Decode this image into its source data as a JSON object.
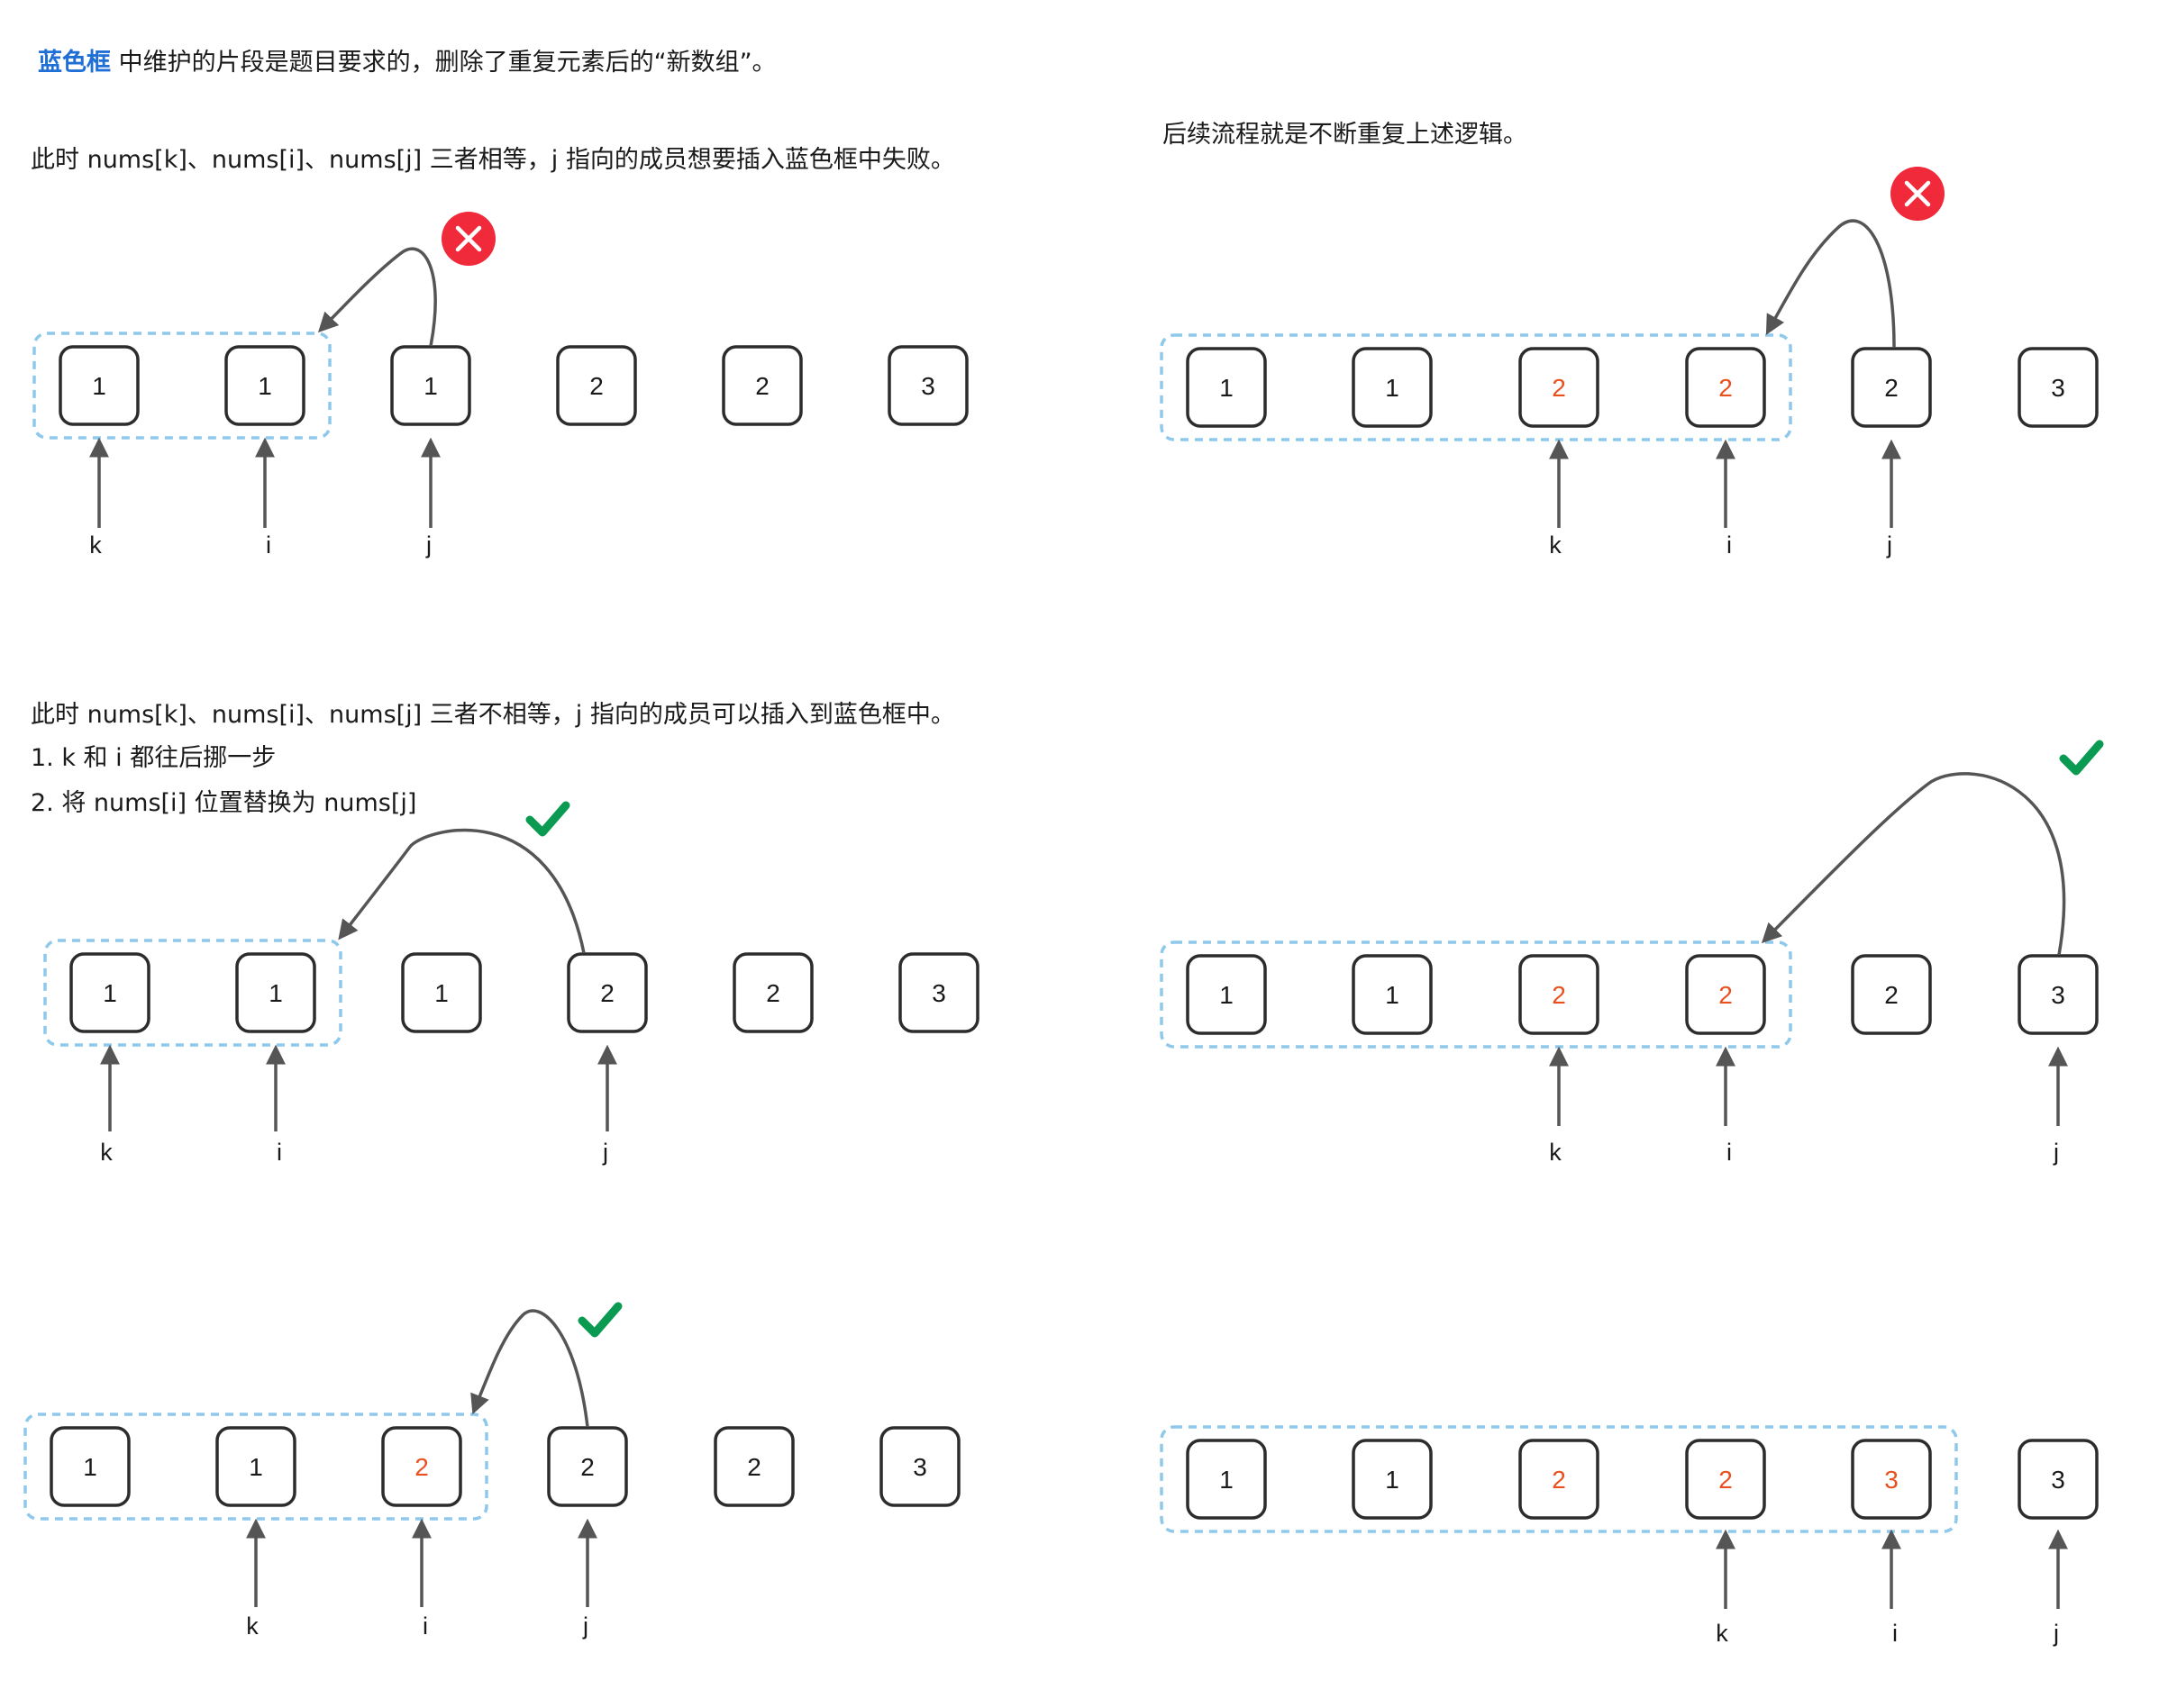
{
  "header": {
    "highlight": "蓝色框",
    "rest": " 中维护的片段是题目要求的，删除了重复元素后的“新数组”。"
  },
  "captions": {
    "equal_case": "此时 nums[k]、nums[i]、nums[j] 三者相等，j 指向的成员想要插入蓝色框中失败。",
    "repeat_note": "后续流程就是不断重复上述逻辑。",
    "insert_case": "此时 nums[k]、nums[i]、nums[j] 三者不相等，j 指向的成员可以插入到蓝色框中。",
    "step_1": "1. k 和 i 都往后挪一步",
    "step_2": "2. 将 nums[i] 位置替换为 nums[j]"
  },
  "colors": {
    "normal_value": "#1a1a1a",
    "replaced_value": "#e8501e",
    "window_border": "#8ec9ec",
    "arrow": "#555555",
    "fail_icon": "#f02a3a",
    "success_icon": "#0a9a52",
    "highlight_text": "#1f6fd6"
  },
  "panels": [
    {
      "id": "p1",
      "cells": [
        "1",
        "1",
        "1",
        "2",
        "2",
        "3"
      ],
      "replaced": [],
      "window": [
        0,
        1
      ],
      "pointers": {
        "k": 0,
        "i": 1,
        "j": 2
      },
      "move": {
        "from": 2,
        "to": 1
      },
      "outcome": "fail"
    },
    {
      "id": "p2",
      "cells": [
        "1",
        "1",
        "2",
        "2",
        "2",
        "3"
      ],
      "replaced": [
        2,
        3
      ],
      "window": [
        0,
        3
      ],
      "pointers": {
        "k": 2,
        "i": 3,
        "j": 4
      },
      "move": {
        "from": 4,
        "to": 3
      },
      "outcome": "fail"
    },
    {
      "id": "p3",
      "cells": [
        "1",
        "1",
        "1",
        "2",
        "2",
        "3"
      ],
      "replaced": [],
      "window": [
        0,
        1
      ],
      "pointers": {
        "k": 0,
        "i": 1,
        "j": 3
      },
      "move": {
        "from": 3,
        "to": 1
      },
      "outcome": "success"
    },
    {
      "id": "p4",
      "cells": [
        "1",
        "1",
        "2",
        "2",
        "2",
        "3"
      ],
      "replaced": [
        2,
        3
      ],
      "window": [
        0,
        3
      ],
      "pointers": {
        "k": 2,
        "i": 3,
        "j": 5
      },
      "move": {
        "from": 5,
        "to": 3
      },
      "outcome": "success"
    },
    {
      "id": "p5",
      "cells": [
        "1",
        "1",
        "2",
        "2",
        "2",
        "3"
      ],
      "replaced": [
        2
      ],
      "window": [
        0,
        2
      ],
      "pointers": {
        "k": 1,
        "i": 2,
        "j": 3
      },
      "move": {
        "from": 3,
        "to": 2
      },
      "outcome": "success"
    },
    {
      "id": "p6",
      "cells": [
        "1",
        "1",
        "2",
        "2",
        "3",
        "3"
      ],
      "replaced": [
        2,
        3,
        4
      ],
      "window": [
        0,
        4
      ],
      "pointers": {
        "k": 3,
        "i": 4,
        "j": 5
      },
      "move": null,
      "outcome": null
    }
  ]
}
